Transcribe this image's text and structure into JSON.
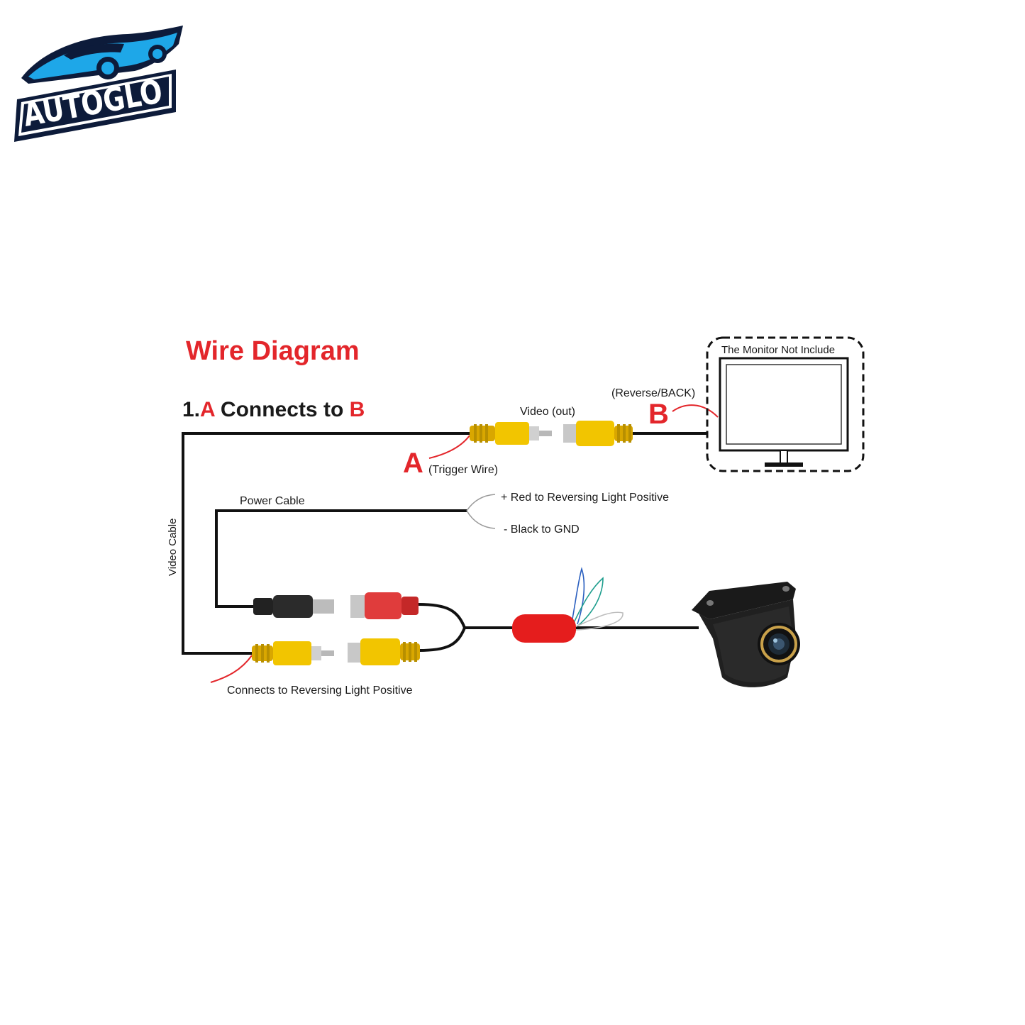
{
  "logo": {
    "brand": "AUTOGLO",
    "subtitle": "AUSTRALIA"
  },
  "diagram": {
    "title": "Wire Diagram",
    "step": {
      "number": "1.",
      "from": "A",
      "middle": " Connects to ",
      "to": "B"
    },
    "label_a": "A",
    "label_b": "B",
    "trigger_wire": "(Trigger Wire)",
    "reverse_back": "(Reverse/BACK)",
    "video_out": "Video (out)",
    "monitor_note": "The Monitor Not Include",
    "power_cable": "Power Cable",
    "video_cable": "Video Cable",
    "red_wire": "+ Red to Reversing Light Positive",
    "black_wire": "- Black to GND",
    "connects_reversing": "Connects to Reversing Light Positive"
  },
  "colors": {
    "accent_red": "#e3262b",
    "rca_yellow": "#f2c500",
    "wire_black": "#111111",
    "logo_blue": "#1ea7e8",
    "logo_navy": "#0d1b3a"
  }
}
